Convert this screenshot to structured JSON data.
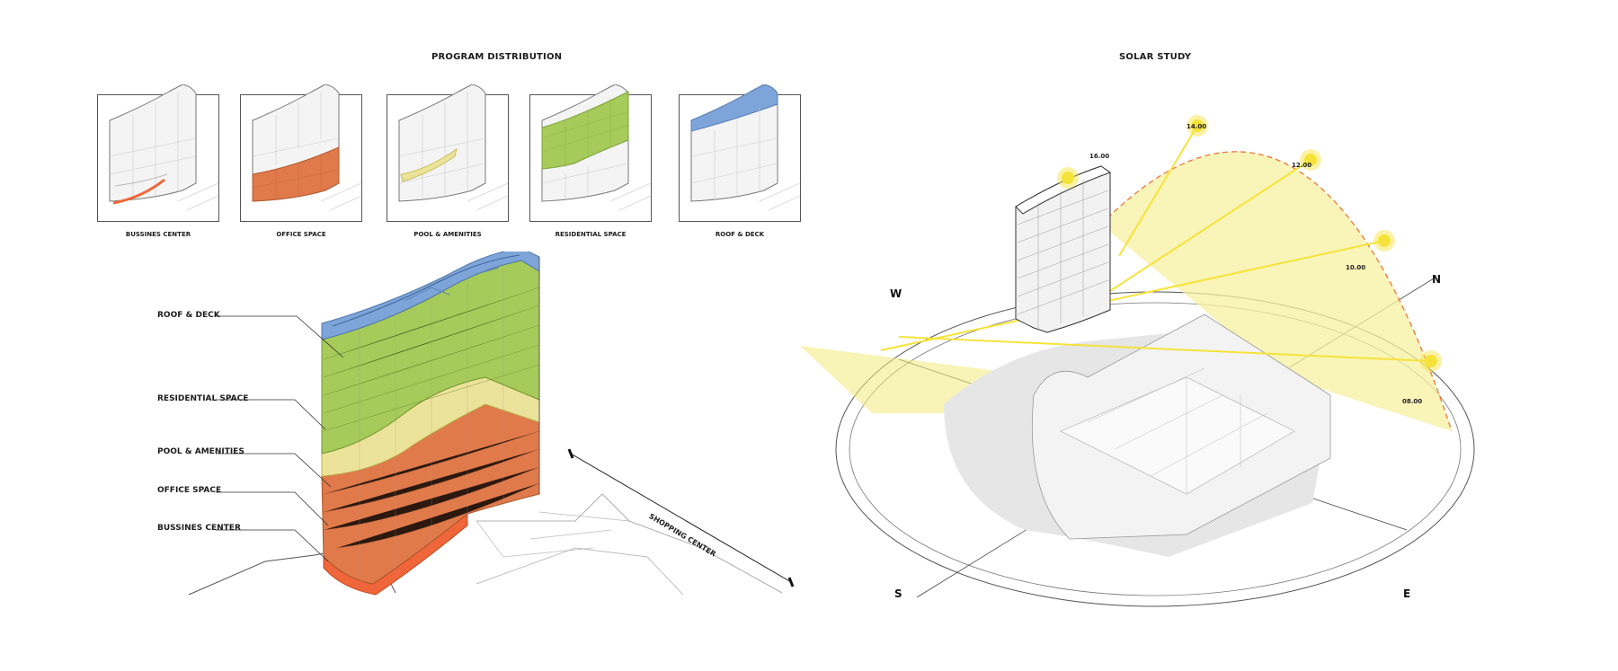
{
  "program": {
    "title": "PROGRAM DISTRIBUTION",
    "thumbnails": [
      {
        "label": "BUSSINES CENTER",
        "color": "#f0653a"
      },
      {
        "label": "OFFICE SPACE",
        "color": "#e07a4b"
      },
      {
        "label": "POOL & AMENITIES",
        "color": "#e8df8a"
      },
      {
        "label": "RESIDENTIAL SPACE",
        "color": "#a6cb5a"
      },
      {
        "label": "ROOF & DECK",
        "color": "#7ea5d9"
      }
    ],
    "callouts": {
      "roof": "ROOF & DECK",
      "residential": "RESIDENTIAL SPACE",
      "pool": "POOL & AMENITIES",
      "office": "OFFICE SPACE",
      "business": "BUSSINES CENTER"
    },
    "shopping_center": "SHOPPING CENTER"
  },
  "solar": {
    "title": "SOLAR STUDY",
    "compass": {
      "w": "W",
      "n": "N",
      "s": "S",
      "e": "E"
    },
    "times": [
      "16.00",
      "14.00",
      "12.00",
      "10.00",
      "08.00"
    ]
  },
  "colors": {
    "roof": "#7ea5d9",
    "residential": "#a6cb5a",
    "pool": "#ece39a",
    "office": "#e07a4b",
    "business": "#f0653a",
    "sun": "#f6e33a",
    "sun_field": "#f7f0a0",
    "arrow": "#ef6a2c"
  }
}
